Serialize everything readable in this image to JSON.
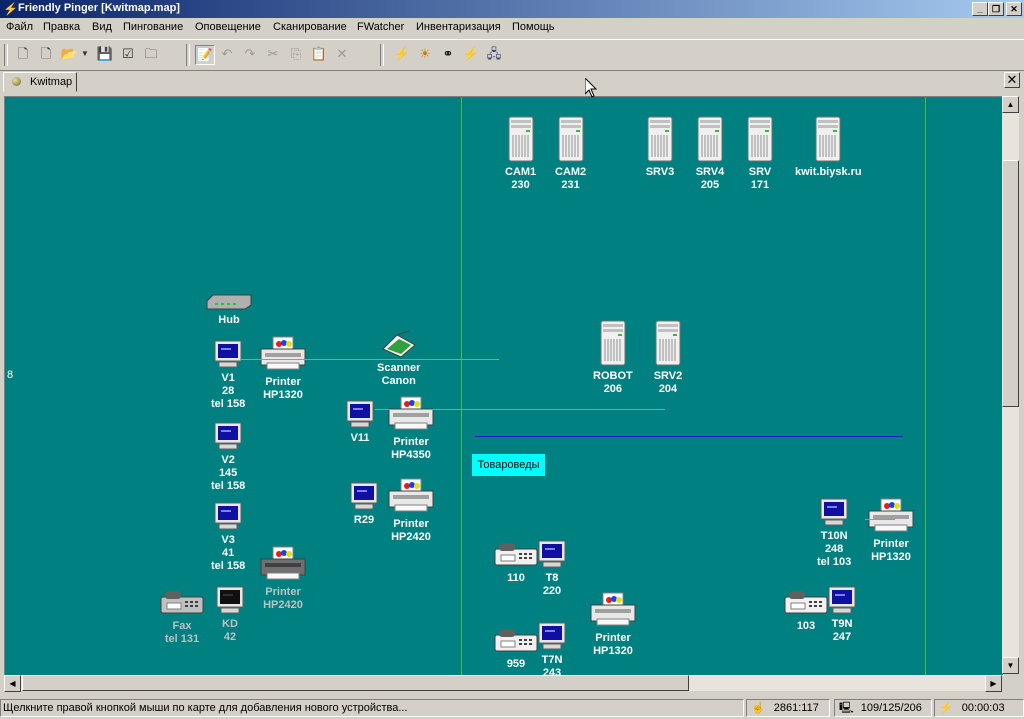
{
  "window": {
    "title": "Friendly Pinger [Kwitmap.map]"
  },
  "menu": [
    "Файл",
    "Правка",
    "Вид",
    "Пингование",
    "Оповещение",
    "Сканирование",
    "FWatcher",
    "Инвентаризация",
    "Помощь"
  ],
  "tab": {
    "label": "Kwitmap"
  },
  "map": {
    "group_label": "Товароведы",
    "edge_fragment": "8",
    "devices": [
      {
        "id": "cam1",
        "type": "server",
        "label": "CAM1\n230",
        "status": "up"
      },
      {
        "id": "cam2",
        "type": "server",
        "label": "CAM2\n231",
        "status": "up"
      },
      {
        "id": "srv3",
        "type": "server",
        "label": "SRV3",
        "status": "up"
      },
      {
        "id": "srv4",
        "type": "server",
        "label": "SRV4\n205",
        "status": "up"
      },
      {
        "id": "srv171",
        "type": "server",
        "label": "SRV\n171",
        "status": "up"
      },
      {
        "id": "kwit",
        "type": "server",
        "label": "kwit.biysk.ru",
        "status": "up"
      },
      {
        "id": "robot",
        "type": "server",
        "label": "ROBOT\n206",
        "status": "up"
      },
      {
        "id": "srv2",
        "type": "server",
        "label": "SRV2\n204",
        "status": "up"
      },
      {
        "id": "hub",
        "type": "hub",
        "label": "Hub",
        "status": "up"
      },
      {
        "id": "v1",
        "type": "pc",
        "label": "V1\n28\ntel 158",
        "status": "up"
      },
      {
        "id": "p1320a",
        "type": "printer",
        "label": "Printer\nHP1320",
        "status": "up"
      },
      {
        "id": "scanner",
        "type": "scanner",
        "label": "Scanner\nCanon",
        "status": "up"
      },
      {
        "id": "v11",
        "type": "pc",
        "label": "V11",
        "status": "up"
      },
      {
        "id": "p4350",
        "type": "printer",
        "label": "Printer\nHP4350",
        "status": "up"
      },
      {
        "id": "v2",
        "type": "pc",
        "label": "V2\n145\ntel 158",
        "status": "up"
      },
      {
        "id": "r29",
        "type": "pc",
        "label": "R29",
        "status": "up"
      },
      {
        "id": "p2420a",
        "type": "printer",
        "label": "Printer\nHP2420",
        "status": "up"
      },
      {
        "id": "v3",
        "type": "pc",
        "label": "V3\n41\ntel 158",
        "status": "up"
      },
      {
        "id": "p2420b",
        "type": "printer",
        "label": "Printer\nHP2420",
        "status": "down"
      },
      {
        "id": "fax",
        "type": "fax",
        "label": "Fax\ntel 131",
        "status": "down"
      },
      {
        "id": "kd",
        "type": "pc",
        "label": "KD\n42",
        "status": "down"
      },
      {
        "id": "tel110",
        "type": "fax",
        "label": "110",
        "status": "up"
      },
      {
        "id": "t8",
        "type": "pc",
        "label": "T8\n220",
        "status": "up"
      },
      {
        "id": "p1320b",
        "type": "printer",
        "label": "Printer\nHP1320",
        "status": "up"
      },
      {
        "id": "t7n",
        "type": "pc",
        "label": "T7N\n243",
        "status": "up"
      },
      {
        "id": "tel959",
        "type": "fax",
        "label": "959",
        "status": "up"
      },
      {
        "id": "t10n",
        "type": "pc",
        "label": "T10N\n248\ntel 103",
        "status": "up"
      },
      {
        "id": "p1320c",
        "type": "printer",
        "label": "Printer\nHP1320",
        "status": "up"
      },
      {
        "id": "tel103",
        "type": "fax",
        "label": "103",
        "status": "up"
      },
      {
        "id": "t9n",
        "type": "pc",
        "label": "T9N\n247",
        "status": "up"
      }
    ]
  },
  "status": {
    "hint": "Щелкните правой кнопкой мыши по карте для добавления нового устройства...",
    "coords": "2861:117",
    "counts": "109/125/206",
    "timer": "00:00:03"
  }
}
